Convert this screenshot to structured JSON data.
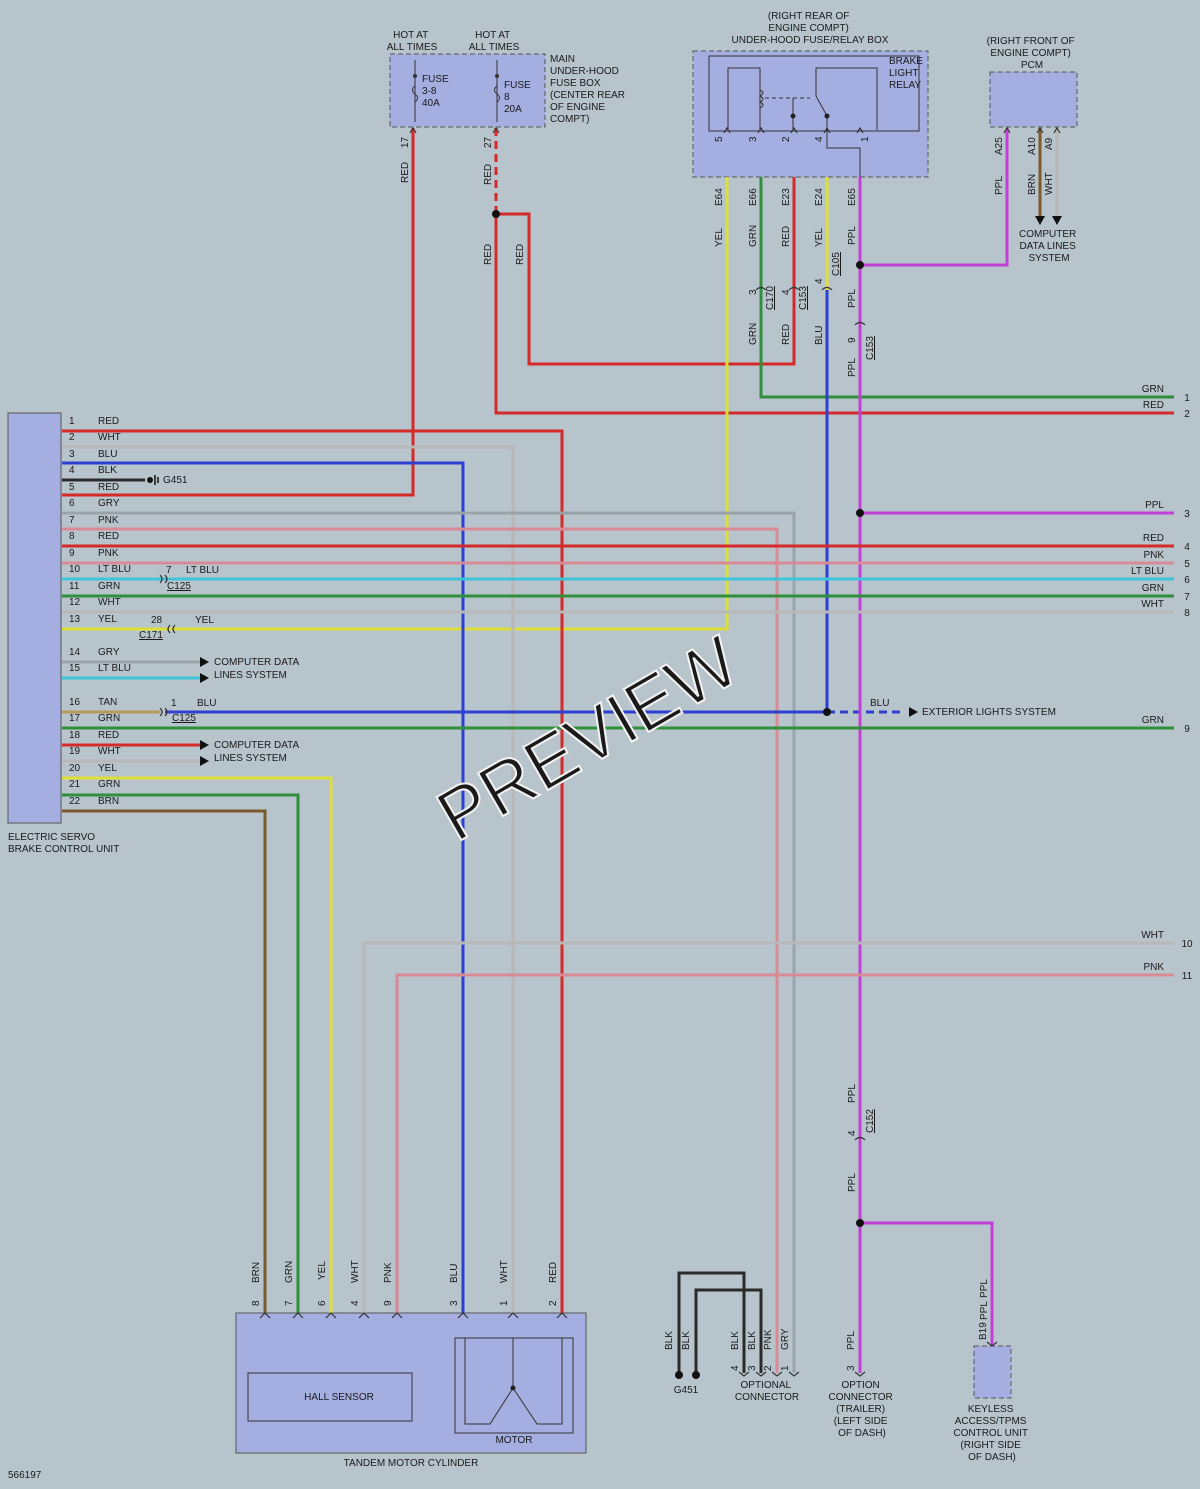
{
  "labels": {
    "hot1": [
      "HOT AT",
      "ALL TIMES"
    ],
    "hot2": [
      "HOT AT",
      "ALL TIMES"
    ],
    "fuse1": [
      "FUSE",
      "3-8",
      "40A"
    ],
    "fuse2": [
      "FUSE",
      "8",
      "20A"
    ],
    "main_box": [
      "MAIN",
      "UNDER-HOOD",
      "FUSE BOX",
      "(CENTER REAR",
      "OF ENGINE",
      "COMPT)"
    ],
    "uh_box": [
      "(RIGHT REAR OF",
      "ENGINE COMPT)",
      "UNDER-HOOD FUSE/RELAY BOX"
    ],
    "relay": [
      "BRAKE",
      "LIGHT",
      "RELAY"
    ],
    "pcm": [
      "(RIGHT FRONT OF",
      "ENGINE COMPT)",
      "PCM"
    ],
    "cdl_top": [
      "COMPUTER",
      "DATA LINES",
      "SYSTEM"
    ],
    "ecu": [
      "ELECTRIC SERVO",
      "BRAKE CONTROL UNIT"
    ],
    "g451_top": "G451",
    "cdl_14": "COMPUTER DATA",
    "cdl_15": "LINES SYSTEM",
    "cdl_18": "COMPUTER DATA",
    "cdl_19": "LINES SYSTEM",
    "ext_lights": "EXTERIOR LIGHTS SYSTEM",
    "hall": "HALL SENSOR",
    "motor": "MOTOR",
    "tandem": "TANDEM MOTOR CYLINDER",
    "g451_bot": "G451",
    "opt_conn": [
      "OPTIONAL",
      "CONNECTOR"
    ],
    "trailer": [
      "OPTION",
      "CONNECTOR",
      "(TRAILER)",
      "(LEFT SIDE",
      "OF DASH)"
    ],
    "keyless": [
      "KEYLESS",
      "ACCESS/TPMS",
      "CONTROL UNIT",
      "(RIGHT SIDE",
      "OF DASH)"
    ],
    "doc_id": "566197",
    "watermark": "PREVIEW"
  },
  "ecu_pins": [
    {
      "n": "1",
      "c": "RED"
    },
    {
      "n": "2",
      "c": "WHT"
    },
    {
      "n": "3",
      "c": "BLU"
    },
    {
      "n": "4",
      "c": "BLK"
    },
    {
      "n": "5",
      "c": "RED"
    },
    {
      "n": "6",
      "c": "GRY"
    },
    {
      "n": "7",
      "c": "PNK"
    },
    {
      "n": "8",
      "c": "RED"
    },
    {
      "n": "9",
      "c": "PNK"
    },
    {
      "n": "10",
      "c": "LT BLU"
    },
    {
      "n": "11",
      "c": "GRN"
    },
    {
      "n": "12",
      "c": "WHT"
    },
    {
      "n": "13",
      "c": "YEL"
    },
    {
      "n": "14",
      "c": "GRY"
    },
    {
      "n": "15",
      "c": "LT BLU"
    },
    {
      "n": "16",
      "c": "TAN"
    },
    {
      "n": "17",
      "c": "GRN"
    },
    {
      "n": "18",
      "c": "RED"
    },
    {
      "n": "19",
      "c": "WHT"
    },
    {
      "n": "20",
      "c": "YEL"
    },
    {
      "n": "21",
      "c": "GRN"
    },
    {
      "n": "22",
      "c": "BRN"
    }
  ],
  "right_refs": [
    {
      "n": "1",
      "c": "GRN"
    },
    {
      "n": "2",
      "c": "RED"
    },
    {
      "n": "3",
      "c": "PPL"
    },
    {
      "n": "4",
      "c": "RED"
    },
    {
      "n": "5",
      "c": "PNK"
    },
    {
      "n": "6",
      "c": "LT BLU"
    },
    {
      "n": "7",
      "c": "GRN"
    },
    {
      "n": "8",
      "c": "WHT"
    },
    {
      "n": "9",
      "c": "GRN"
    },
    {
      "n": "10",
      "c": "WHT"
    },
    {
      "n": "11",
      "c": "PNK"
    }
  ],
  "pin_labels": [
    "17",
    "27",
    "5",
    "3",
    "2",
    "4",
    "1",
    "A25",
    "A10",
    "A9",
    "E64",
    "E66",
    "E23",
    "E24",
    "E65",
    "3",
    "4",
    "4",
    "9",
    "7",
    "28",
    "1",
    "4",
    "8",
    "7",
    "6",
    "4",
    "9",
    "3",
    "1",
    "2",
    "4",
    "3",
    "2",
    "1",
    "3",
    "B19"
  ],
  "wire_labels": [
    "RED",
    "RED",
    "RED",
    "RED",
    "YEL",
    "GRN",
    "RED",
    "YEL",
    "PPL",
    "PPL",
    "BRN",
    "WHT",
    "GRN",
    "RED",
    "BLU",
    "PPL",
    "PPL",
    "LT BLU",
    "YEL",
    "BLU",
    "BLU",
    "PPL",
    "PPL",
    "PPL",
    "BRN",
    "GRN",
    "YEL",
    "WHT",
    "PNK",
    "BLU",
    "WHT",
    "RED",
    "BLK",
    "BLK",
    "BLK",
    "BLK",
    "PNK",
    "GRY",
    "PPL",
    "PPL"
  ],
  "connectors": [
    "C170",
    "C153",
    "C105",
    "C153",
    "C125",
    "C171",
    "C125",
    "C152"
  ],
  "wire_colors": {
    "RED": "#d42a2a",
    "WHT": "#b8b8b8",
    "BLU": "#2c3fd0",
    "BLK": "#2a2a2a",
    "GRY": "#9aa3aa",
    "PNK": "#d98a95",
    "LT BLU": "#3fc4d9",
    "GRN": "#2f8f3a",
    "YEL": "#dede3a",
    "TAN": "#b59a5a",
    "BRN": "#7a5a2a",
    "PPL": "#c43fd9"
  },
  "component_fill": "#a4aee0"
}
